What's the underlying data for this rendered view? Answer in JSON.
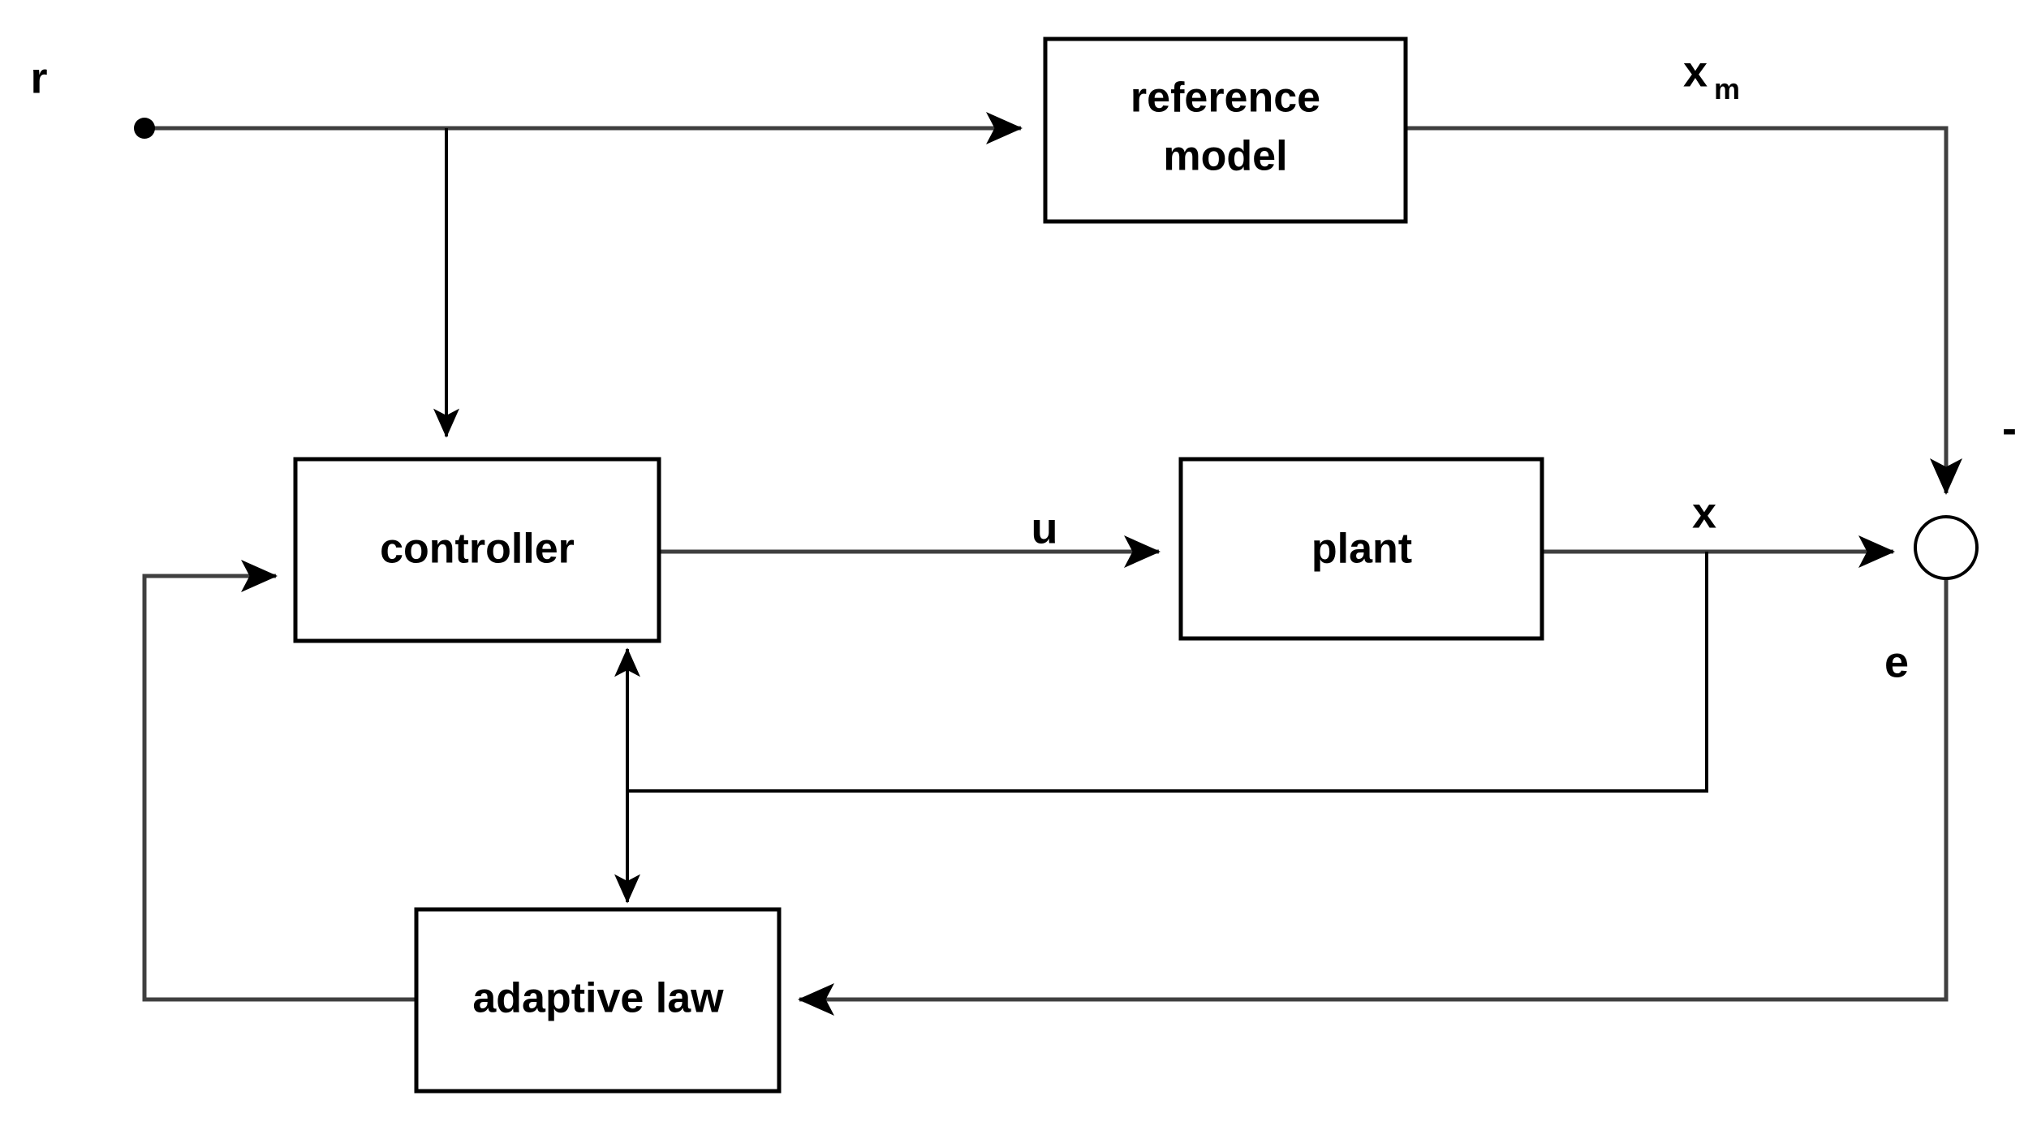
{
  "diagram": {
    "title": "Model Reference Adaptive Control block diagram",
    "background_color": "#ffffff",
    "line_color": "#3f3f3f",
    "box_stroke_color": "#000000",
    "text_color": "#000000",
    "blocks": [
      {
        "id": "reference-model",
        "label_line1": "reference",
        "label_line2": "model"
      },
      {
        "id": "controller",
        "label": "controller"
      },
      {
        "id": "plant",
        "label": "plant"
      },
      {
        "id": "adaptive-law",
        "label": "adaptive law"
      }
    ],
    "signals": [
      {
        "id": "r",
        "label": "r"
      },
      {
        "id": "xm",
        "label": "x",
        "subscript": "m"
      },
      {
        "id": "u",
        "label": "u"
      },
      {
        "id": "x",
        "label": "x"
      },
      {
        "id": "e",
        "label": "e"
      },
      {
        "id": "minus",
        "label": "-"
      }
    ],
    "summing_junction": {
      "id": "summing-junction",
      "inputs": [
        "x",
        "xm"
      ],
      "output": "e",
      "xm_sign": "-"
    }
  }
}
